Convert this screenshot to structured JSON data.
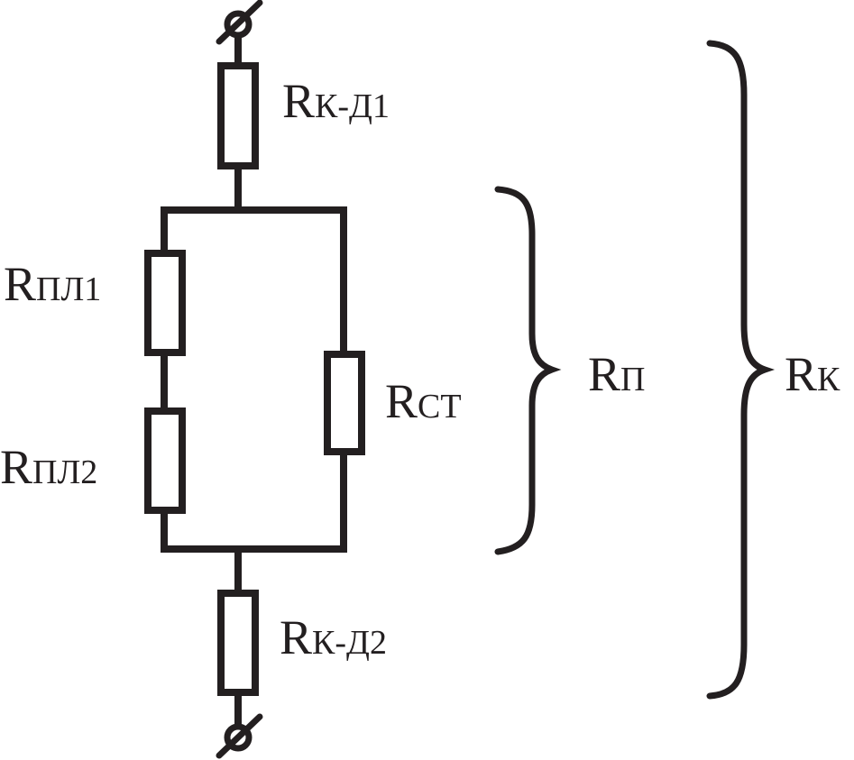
{
  "diagram": {
    "resistors": {
      "r_kd1": {
        "letter": "R",
        "sub": "К-Д1"
      },
      "r_pl1": {
        "letter": "R",
        "sub": "ПЛ1"
      },
      "r_pl2": {
        "letter": "R",
        "sub": "ПЛ2"
      },
      "r_st": {
        "letter": "R",
        "sub": "СТ"
      },
      "r_kd2": {
        "letter": "R",
        "sub": "К-Д2"
      }
    },
    "groups": {
      "r_p": {
        "letter": "R",
        "sub": "П"
      },
      "r_k": {
        "letter": "R",
        "sub": "К"
      }
    }
  }
}
